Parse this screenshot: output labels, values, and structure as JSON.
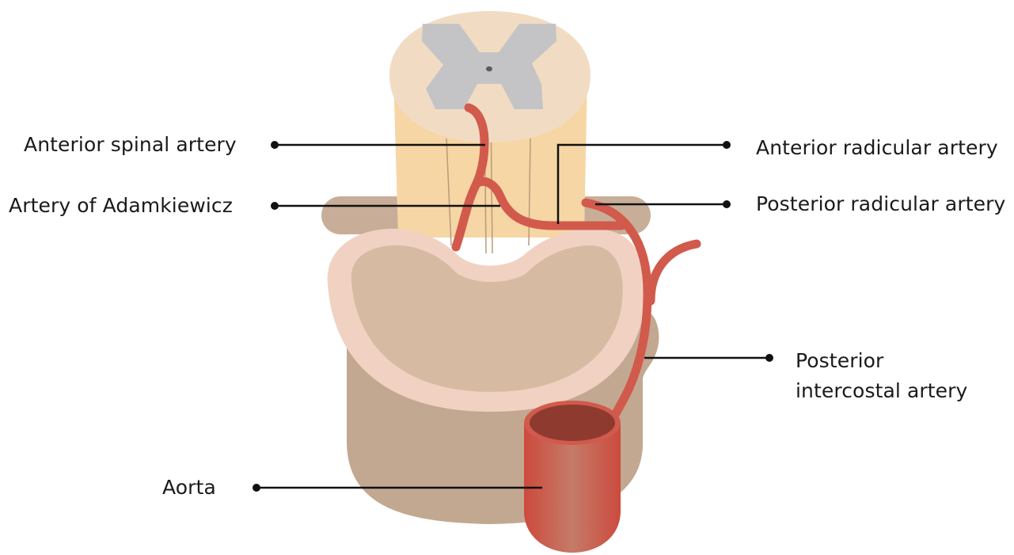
{
  "labels": {
    "anterior_spinal_artery": "Anterior spinal artery",
    "artery_of_adamkiewicz": "Artery of Adamkiewicz",
    "anterior_radicular_artery": "Anterior radicular artery",
    "posterior_radicular_artery": "Posterior radicular artery",
    "posterior_intercostal_artery_line1": "Posterior",
    "posterior_intercostal_artery_line2": "intercostal artery",
    "aorta": "Aorta"
  },
  "colors": {
    "spinal_cord_white_matter": "#f1dcc3",
    "spinal_cord_grey_matter": "#c4c4c6",
    "spinal_cord_column": "#f6d5a3",
    "vertebral_body": "#c3a891",
    "vertebral_body_rim": "#f1d2c2",
    "vertebral_body_face": "#d6bba2",
    "transverse_bar": "#c7ad97",
    "artery": "#d15a4c",
    "aorta_inner": "#8e3a2f",
    "leader_line": "#111111"
  }
}
